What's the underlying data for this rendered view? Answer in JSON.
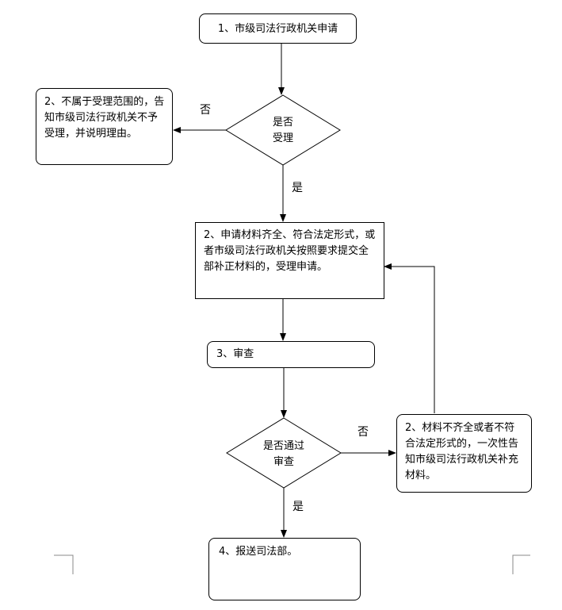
{
  "nodes": {
    "start": "1、市级司法行政机关申请",
    "reject_notice": "2、不属于受理范围的，告知市级司法行政机关不予受理，并说明理由。",
    "accept_decision": {
      "line1": "是否",
      "line2": "受理"
    },
    "accept_application": "2、申请材料齐全、符合法定形式，或者市级司法行政机关按照要求提交全部补正材料的，受理申请。",
    "review": "3、审查",
    "review_decision": {
      "line1": "是否通过",
      "line2": "审查"
    },
    "supplement_notice": "2、材料不齐全或者不符合法定形式的，一次性告知市级司法行政机关补充材料。",
    "submit": "4、报送司法部。"
  },
  "edge_labels": {
    "accept_no": "否",
    "accept_yes": "是",
    "review_no": "否",
    "review_yes": "是"
  }
}
